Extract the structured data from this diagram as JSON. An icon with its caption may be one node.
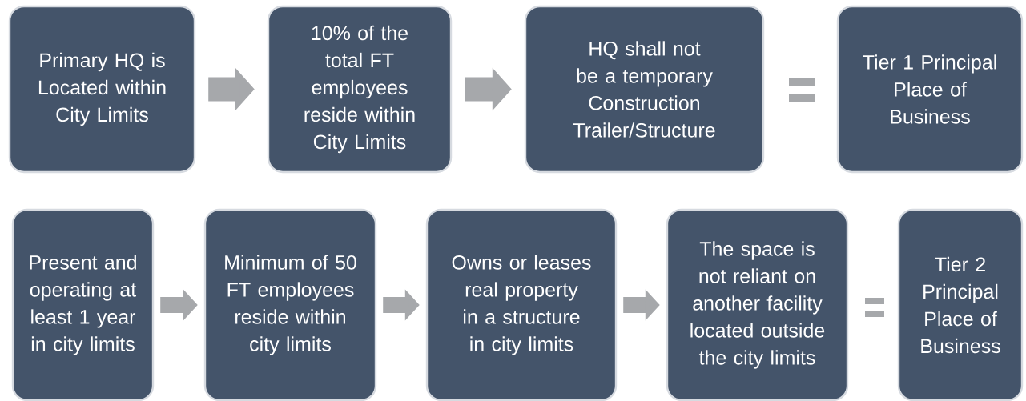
{
  "diagram": {
    "nodes": [
      {
        "text": [
          "Primary HQ is Located within City Limits"
        ]
      },
      {
        "text": [
          "10% of the total FT employees reside within City Limits"
        ]
      },
      {
        "text": [
          "HQ shall not be a temporary Construction Trailer/Structure"
        ]
      },
      {
        "text": [
          "Tier 1 Principal Place of Business"
        ]
      },
      {
        "text": [
          "Present and operating at least 1 year in city limits"
        ]
      },
      {
        "text": [
          "Minimum of 50 FT employees reside within city limits"
        ]
      },
      {
        "text": [
          "Owns or leases real property in a structure in city limits"
        ]
      },
      {
        "text": [
          "The space is not reliant on another facility located outside the city limits"
        ]
      },
      {
        "text": [
          "Tier 2 Principal Place of Business"
        ]
      }
    ],
    "edges": [
      {
        "from": 0,
        "to": 1,
        "arrow": "to"
      },
      {
        "from": 1,
        "to": 2,
        "arrow": "to"
      },
      {
        "from": 4,
        "to": 5,
        "arrow": "to"
      },
      {
        "from": 5,
        "to": 6,
        "arrow": "to"
      },
      {
        "from": 6,
        "to": 7,
        "arrow": "to"
      }
    ]
  }
}
